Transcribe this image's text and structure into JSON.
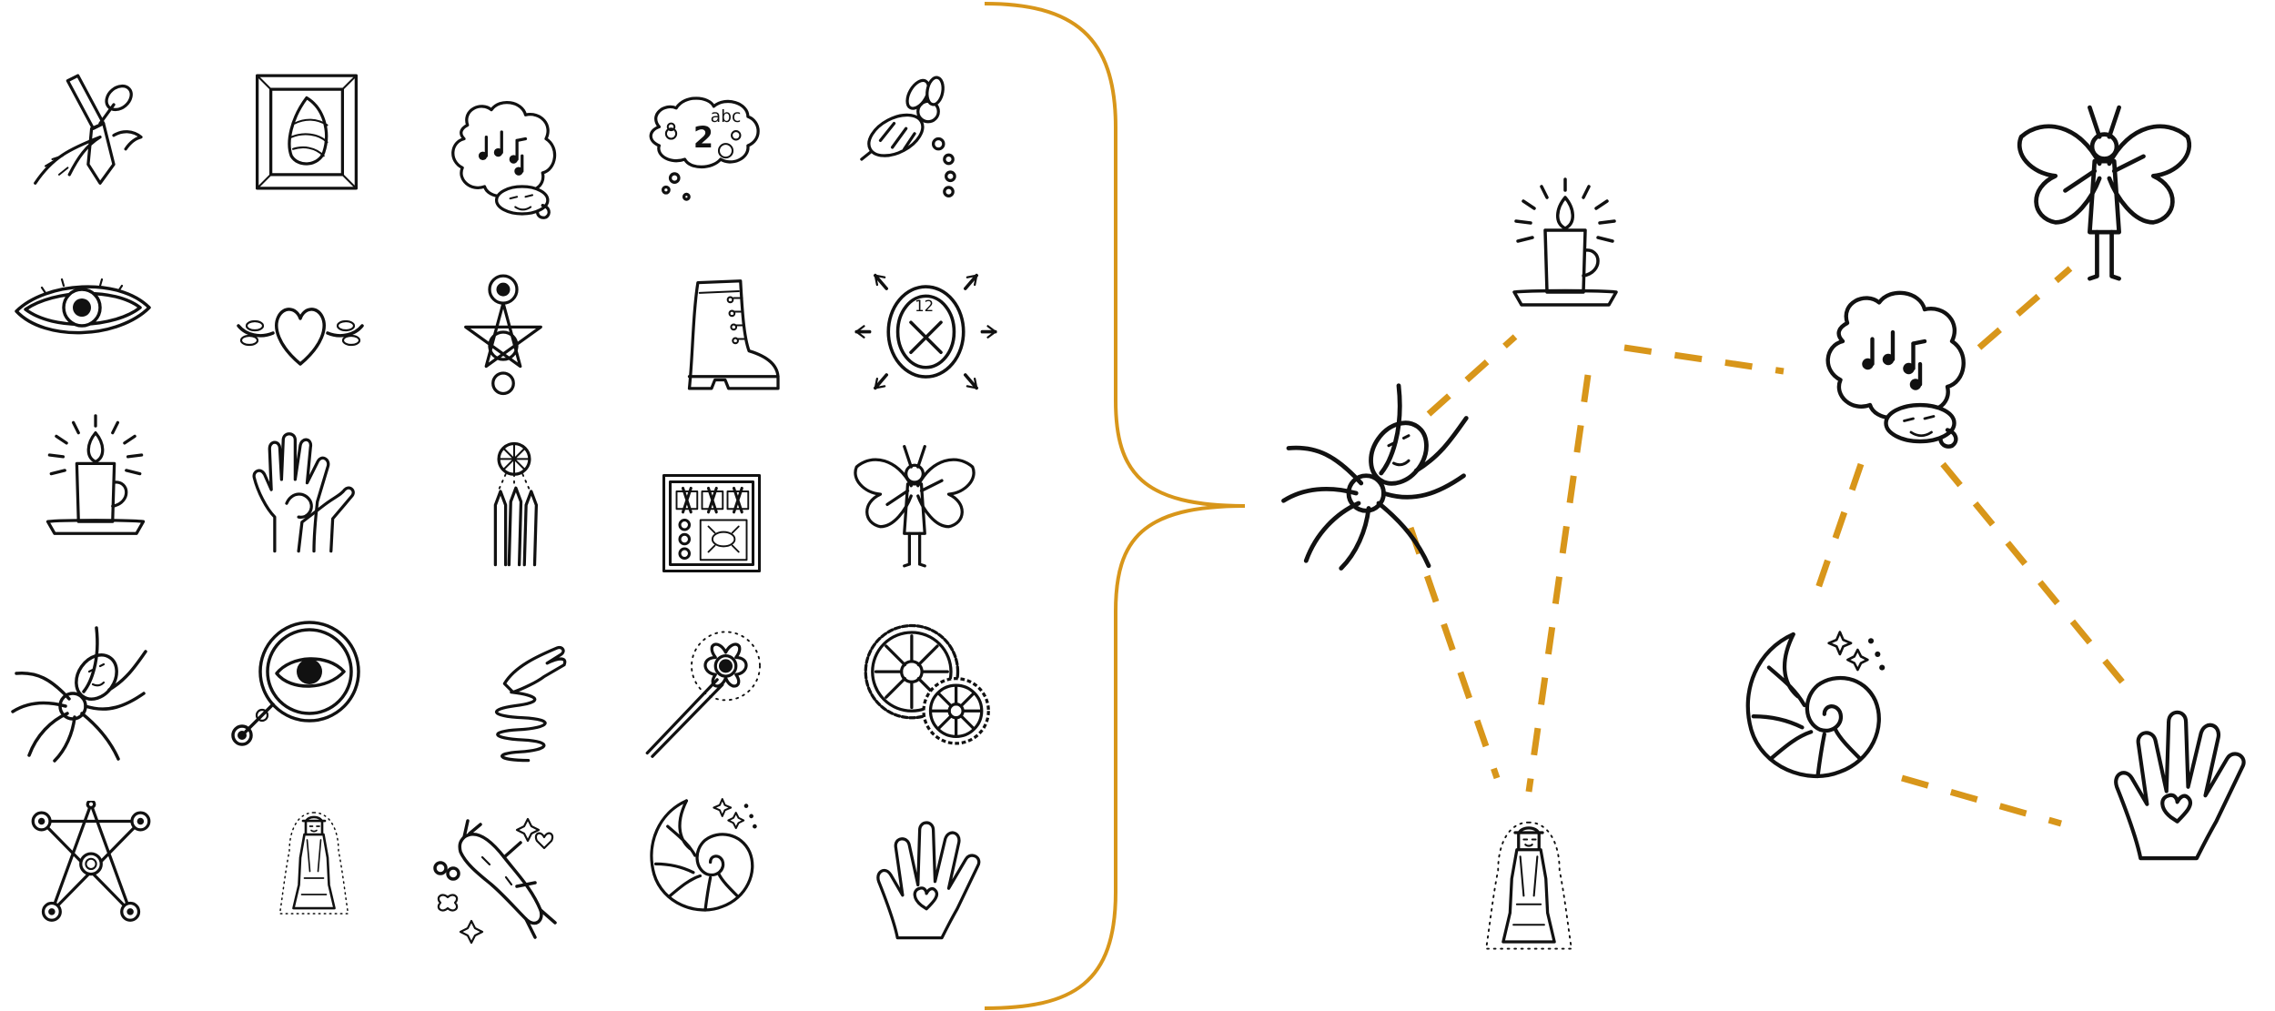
{
  "grid": {
    "rows": [
      [
        "trowel-seed-icon",
        "framed-shell-icon",
        "music-thought-icon",
        "counting-thought-icon",
        "bee-icon"
      ],
      [
        "eye-icon",
        "heart-leaves-icon",
        "pentagram-figure-icon",
        "boot-icon",
        "clock-arrows-icon"
      ],
      [
        "candle-icon",
        "hands-icon",
        "pencils-icon",
        "collection-board-icon",
        "fairy-icon"
      ],
      [
        "spider-icon",
        "magnifier-eye-icon",
        "spring-hand-icon",
        "flower-wand-icon",
        "gears-icon"
      ],
      [
        "star-network-icon",
        "saint-figure-icon",
        "dancing-cow-icon",
        "nautilus-icon",
        "heart-hand-icon"
      ]
    ],
    "counting_text": {
      "letters": "abc",
      "number": "2"
    },
    "clock_number": "12"
  },
  "network": {
    "nodes": [
      "candle",
      "fairy",
      "music-thought",
      "spider",
      "nautilus",
      "heart-hand",
      "saint-figure"
    ],
    "edges": [
      [
        "spider",
        "candle"
      ],
      [
        "candle",
        "music-thought"
      ],
      [
        "music-thought",
        "fairy"
      ],
      [
        "candle",
        "saint-figure"
      ],
      [
        "spider",
        "saint-figure"
      ],
      [
        "music-thought",
        "nautilus"
      ],
      [
        "music-thought",
        "heart-hand"
      ],
      [
        "nautilus",
        "heart-hand"
      ]
    ]
  },
  "colors": {
    "accent": "#d8961a",
    "ink": "#111111",
    "background": "#ffffff"
  }
}
